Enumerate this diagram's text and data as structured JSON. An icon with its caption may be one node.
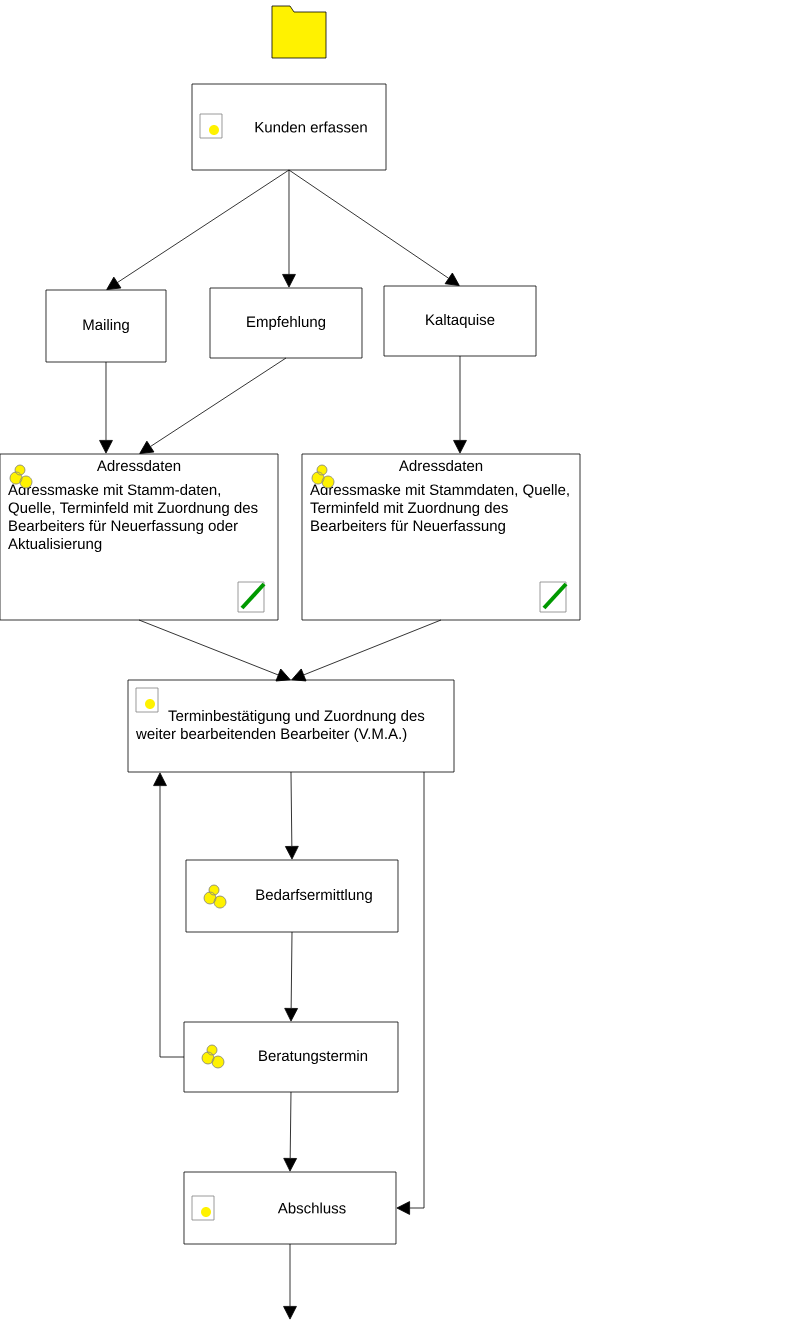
{
  "diagram": {
    "nodes": [
      {
        "text": [
          "Kunden erfassen"
        ]
      },
      {
        "text": [
          "Mailing"
        ]
      },
      {
        "text": [
          "Empfehlung"
        ]
      },
      {
        "text": [
          "Kaltaquise"
        ]
      },
      {
        "text": [
          "Adressdaten",
          "Adressmaske mit Stamm-daten, Quelle, Terminfeld mit Zuordnung des Bearbeiters für Neuerfassung oder Aktualisierung"
        ]
      },
      {
        "text": [
          "Adressdaten",
          "Adressmaske mit Stammdaten, Quelle, Terminfeld mit Zuordnung des Bearbeiters für Neuerfassung"
        ]
      },
      {
        "text": [
          "Terminbestätigung und Zuordnung des weiter bearbeitenden Bearbeiter (V.M.A.)"
        ]
      },
      {
        "text": [
          "Bedarfsermittlung"
        ]
      },
      {
        "text": [
          "Beratungstermin"
        ]
      },
      {
        "text": [
          "Abschluss"
        ]
      }
    ],
    "edges": [
      {
        "from": 0,
        "to": 1,
        "arrow": "to"
      },
      {
        "from": 0,
        "to": 2,
        "arrow": "to"
      },
      {
        "from": 0,
        "to": 3,
        "arrow": "to"
      },
      {
        "from": 1,
        "to": 4,
        "arrow": "to"
      },
      {
        "from": 2,
        "to": 4,
        "arrow": "to"
      },
      {
        "from": 3,
        "to": 5,
        "arrow": "to"
      },
      {
        "from": 4,
        "to": 6,
        "arrow": "to"
      },
      {
        "from": 5,
        "to": 6,
        "arrow": "to"
      },
      {
        "from": 6,
        "to": 7,
        "arrow": "to"
      },
      {
        "from": 7,
        "to": 8,
        "arrow": "to"
      },
      {
        "from": 8,
        "to": 9,
        "arrow": "to"
      },
      {
        "from": 8,
        "to": 6,
        "arrow": "to"
      },
      {
        "from": 6,
        "to": 9,
        "arrow": "to"
      },
      {
        "from": 9,
        "to": null,
        "arrow": "to"
      }
    ]
  }
}
